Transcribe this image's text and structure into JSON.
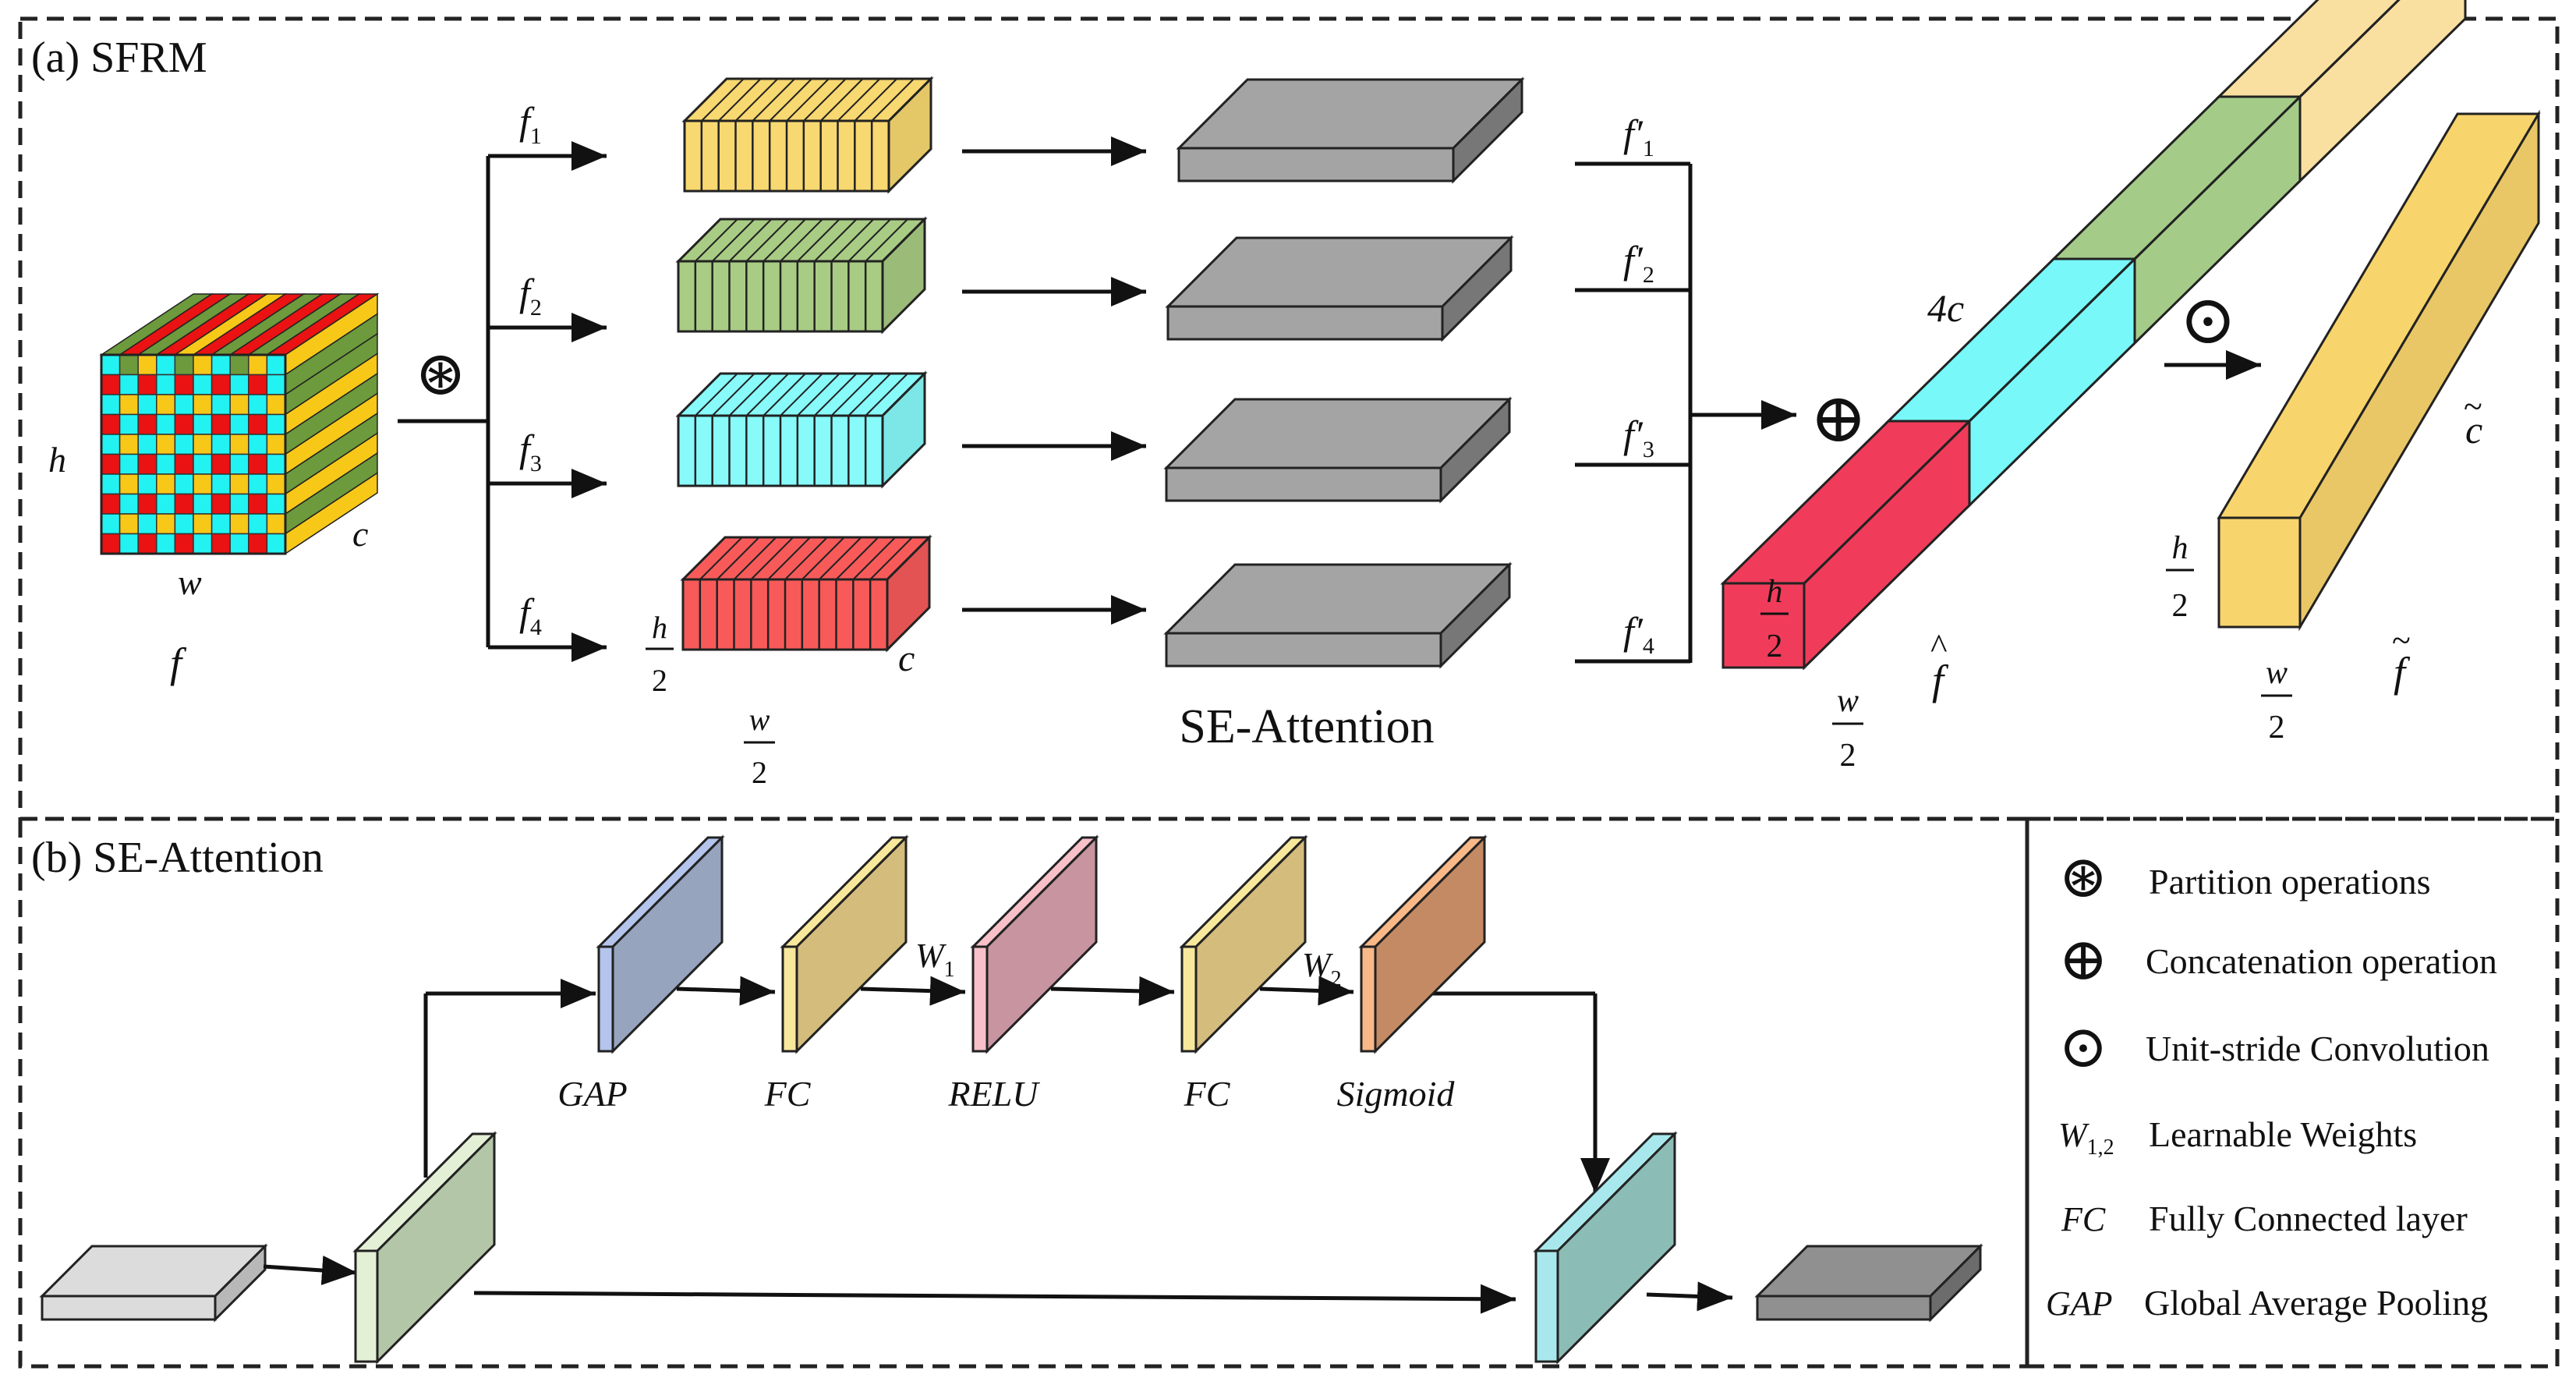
{
  "panel_a": {
    "label": "(a) SFRM",
    "input": {
      "h": "h",
      "w": "w",
      "c": "c",
      "name": "f"
    },
    "partition_symbol": "⊛",
    "branches": [
      {
        "name": "f",
        "sub": "1",
        "out_name": "f′",
        "out_sub": "1",
        "color": "#F8D870"
      },
      {
        "name": "f",
        "sub": "2",
        "out_name": "f′",
        "out_sub": "2",
        "color": "#A8CC84"
      },
      {
        "name": "f",
        "sub": "3",
        "out_name": "f′",
        "out_sub": "3",
        "color": "#88FAFA"
      },
      {
        "name": "f",
        "sub": "4",
        "out_name": "f′",
        "out_sub": "4",
        "color": "#F85A5A"
      }
    ],
    "split_dims": {
      "h": "h",
      "w": "w",
      "two": "2",
      "c": "c"
    },
    "se_caption": "SE-Attention",
    "concat_symbol": "⊕",
    "concat": {
      "channel_label": "4c",
      "h": "h",
      "w": "w",
      "two": "2",
      "name": "f",
      "hat": "^",
      "colors": [
        "#F03C5A",
        "#78F8F8",
        "#A4CC88",
        "#FAE0A0"
      ]
    },
    "conv_symbol": "⊙",
    "output": {
      "c": "c",
      "tilde": "~",
      "h": "h",
      "w": "w",
      "two": "2",
      "name": "f",
      "color": "#F8D46C"
    }
  },
  "panel_b": {
    "label": "(b) SE-Attention",
    "layers": [
      {
        "label": "GAP",
        "front": "#B4C4EC",
        "side": "#96A4BE"
      },
      {
        "label": "FC",
        "front": "#F8E89C",
        "side": "#D4BC7C"
      },
      {
        "label": "RELU",
        "front": "#F8C0C8",
        "side": "#C894A0"
      },
      {
        "label": "FC",
        "front": "#F8E89C",
        "side": "#D4BC7C"
      },
      {
        "label": "Sigmoid",
        "front": "#F8B888",
        "side": "#C48A64"
      }
    ],
    "weights": [
      {
        "name": "W",
        "sub": "1"
      },
      {
        "name": "W",
        "sub": "2"
      }
    ]
  },
  "legend": {
    "items": [
      {
        "icon": "⊛",
        "text": "Partition operations"
      },
      {
        "icon": "⊕",
        "text": "Concatenation operation"
      },
      {
        "icon": "⊙",
        "text": "Unit-stride Convolution"
      },
      {
        "icon": "W",
        "icon_sub": "1,2",
        "text": "Learnable Weights"
      },
      {
        "icon": "FC",
        "text": "Fully Connected layer"
      },
      {
        "icon": "GAP",
        "text": "Global Average Pooling"
      }
    ]
  }
}
